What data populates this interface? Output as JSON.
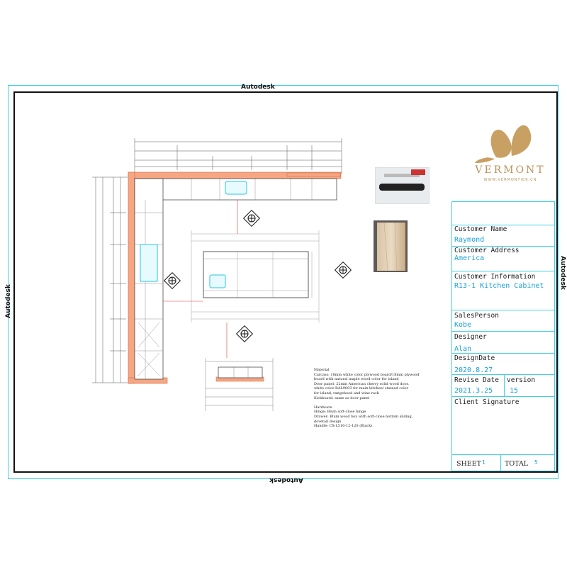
{
  "watermark": {
    "top": "Autodesk",
    "bottom": "Autodesk",
    "left": "Autodesk",
    "right": "Autodesk"
  },
  "brand": {
    "name": "VERMONT",
    "url": "WWW.VERMONTIER.CN",
    "color": "#c9a063"
  },
  "title_block": {
    "customer_name_label": "Customer Name",
    "customer_name": "Raymond",
    "customer_address_label": "Customer Address",
    "customer_address": "America",
    "customer_info_label": "Customer Information",
    "customer_info": "R13-1 Kitchen Cabinet",
    "salesperson_label": "SalesPerson",
    "salesperson": "Kobe",
    "designer_label": "Designer",
    "designer": "Alan",
    "design_date_label": "DesignDate",
    "design_date": "2020.8.27",
    "revise_date_label": "Revise Date",
    "revise_date": "2021.3.25",
    "version_label": "version",
    "version": "15",
    "client_signature_label": "Client  Signature",
    "sheet_label": "SHEET",
    "sheet": "1",
    "total_label": "TOTAL",
    "total": "5"
  },
  "notes": {
    "material_heading": "Material",
    "material_lines": [
      "Carcass: 18mm white color plywood board/18mm plywood",
      "board with natural maple wood color for island",
      "Door panel: 22mm American cherry solid wood door,",
      "white color RAL9003 for main kitchen/ stained color",
      "for island, rangehood and wine rack",
      "Kickboard: same as door panel"
    ],
    "hardware_heading": "Hardware",
    "hardware_lines": [
      "Hinge: Blum soft-close hinge",
      "Drawer: Blum wood box with soft-close bottom sliding,",
      "dovetail design",
      "Handle: CX-L516-12-128 (Black)"
    ]
  },
  "colors": {
    "frame_cyan": "#3fd0e8",
    "wall_orange": "#f29a73",
    "value_blue": "#1aa3d6"
  }
}
